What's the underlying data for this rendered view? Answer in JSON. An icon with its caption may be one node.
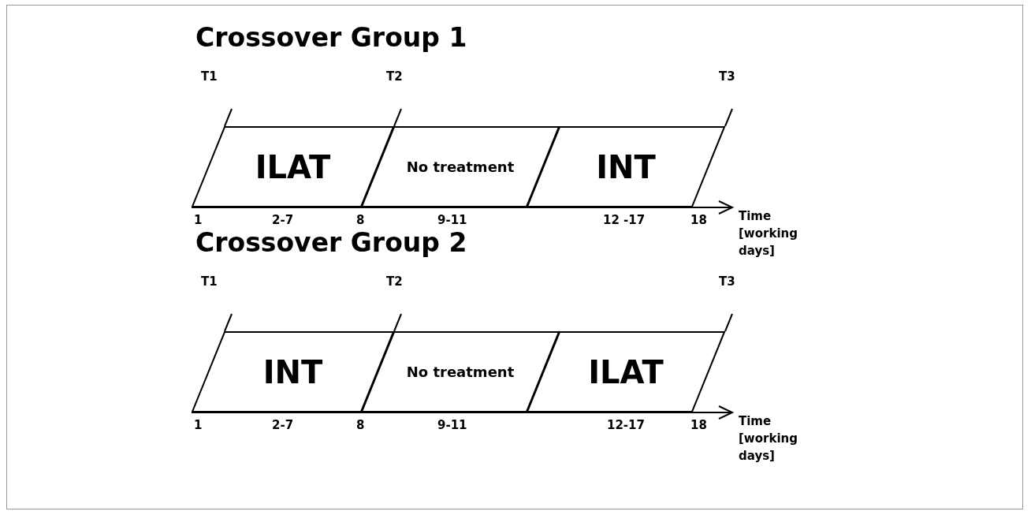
{
  "diagram": {
    "nodes": [
      {
        "text": [
          "ILAT"
        ]
      },
      {
        "text": [
          "No treatment"
        ]
      },
      {
        "text": [
          "INT"
        ]
      },
      {
        "text": [
          "INT"
        ]
      },
      {
        "text": [
          "No treatment"
        ]
      },
      {
        "text": [
          "ILAT"
        ]
      }
    ],
    "labels": [
      "Crossover Group 1",
      "T1",
      "T2",
      "T3",
      "1",
      "2-7",
      "8",
      "9-11",
      "12 -17",
      "18",
      "Time [working days]",
      "Crossover Group 2",
      "T1",
      "T2",
      "T3",
      "1",
      "2-7",
      "8",
      "9-11",
      "12-17",
      "18",
      "Time [working days]"
    ]
  }
}
